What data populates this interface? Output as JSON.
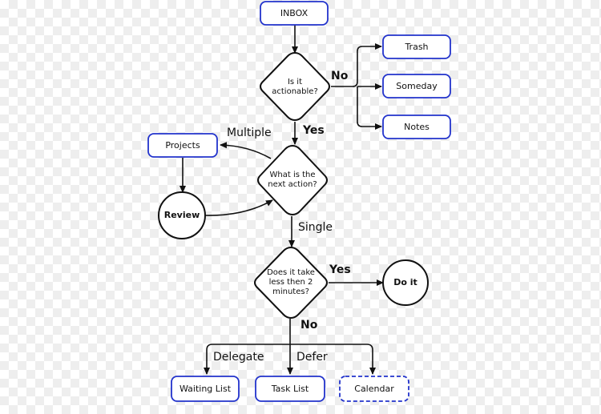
{
  "nodes": {
    "inbox": "INBOX",
    "trash": "Trash",
    "someday": "Someday",
    "notes": "Notes",
    "actionable": "Is it actionable?",
    "projects": "Projects",
    "next_action": "What is the next action?",
    "review": "Review",
    "two_minutes": "Does it take less then 2 minutes?",
    "do_it": "Do it",
    "waiting_list": "Waiting List",
    "task_list": "Task List",
    "calendar": "Calendar"
  },
  "edges": {
    "no_1": "No",
    "yes_1": "Yes",
    "multiple": "Multiple",
    "single": "Single",
    "yes_2": "Yes",
    "no_2": "No",
    "delegate": "Delegate",
    "defer": "Defer"
  },
  "colors": {
    "box_border": "#2233cc",
    "line": "#111111"
  }
}
